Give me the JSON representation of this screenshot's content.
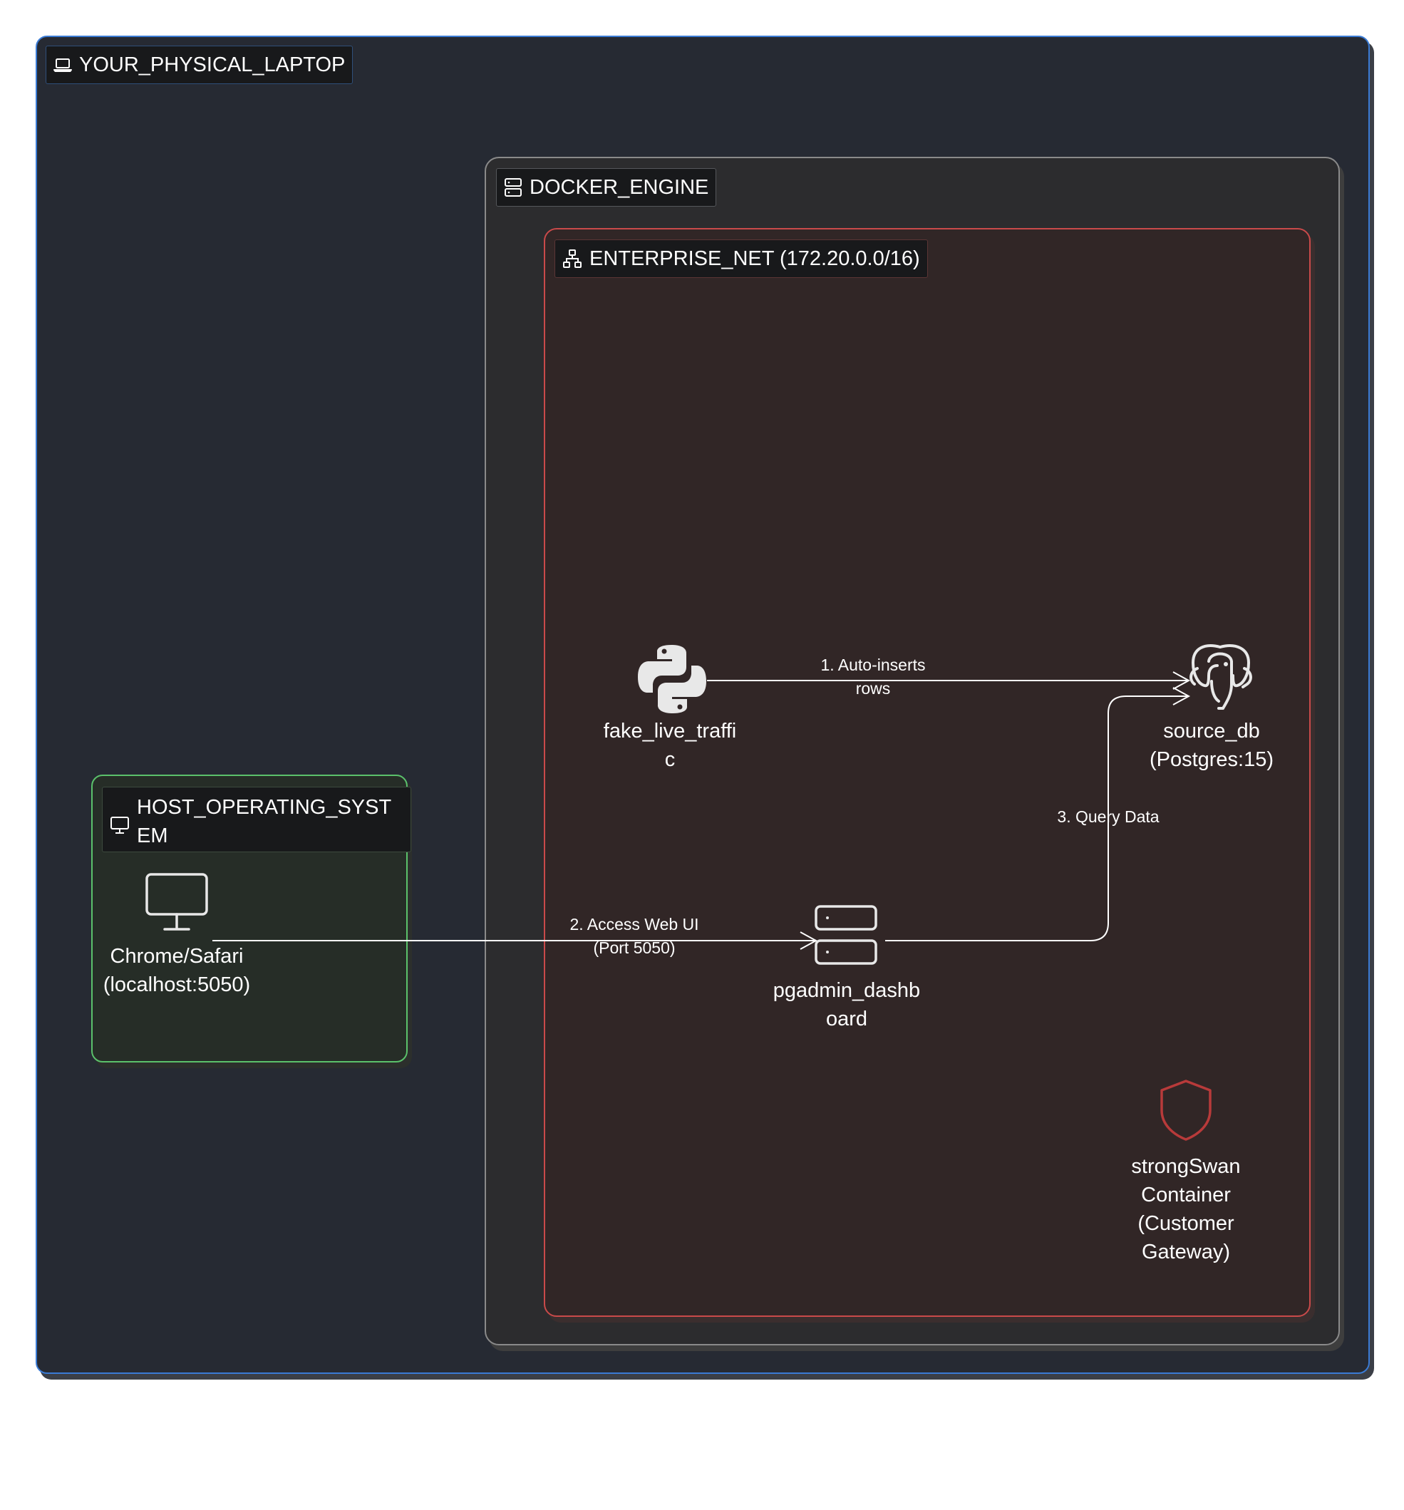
{
  "groups": {
    "laptop": {
      "title": "YOUR_PHYSICAL_LAPTOP",
      "icon": "laptop-icon"
    },
    "docker": {
      "title": "DOCKER_ENGINE",
      "icon": "server-icon"
    },
    "enterprise_net": {
      "title": "ENTERPRISE_NET (172.20.0.0/16)",
      "icon": "network-icon"
    },
    "host_os": {
      "title": "HOST_OPERATING_SYSTEM",
      "icon": "monitor-icon"
    }
  },
  "nodes": {
    "browser": {
      "label": "Chrome/Safari (localhost:5050)",
      "icon": "monitor-icon"
    },
    "fake_traffic": {
      "label": "fake_live_traffic",
      "icon": "python-icon"
    },
    "source_db": {
      "label": "source_db (Postgres:15)",
      "icon": "postgres-elephant-icon"
    },
    "pgadmin": {
      "label": "pgadmin_dashboard",
      "icon": "server-rack-icon"
    },
    "strongswan": {
      "label": "strongSwan Container (Customer Gateway)",
      "icon": "shield-icon"
    }
  },
  "edges": {
    "auto_inserts": {
      "label_line1": "1. Auto-inserts",
      "label_line2": "rows"
    },
    "access_web_ui": {
      "label_line1": "2. Access Web UI",
      "label_line2": "(Port 5050)"
    },
    "query_data": {
      "label": "3. Query Data"
    }
  },
  "colors": {
    "laptop_border": "#3a7bd5",
    "docker_border": "#8a8a8a",
    "enterprise_border": "#c94a4a",
    "host_border": "#5bc16b",
    "shield": "#b83a3a"
  }
}
